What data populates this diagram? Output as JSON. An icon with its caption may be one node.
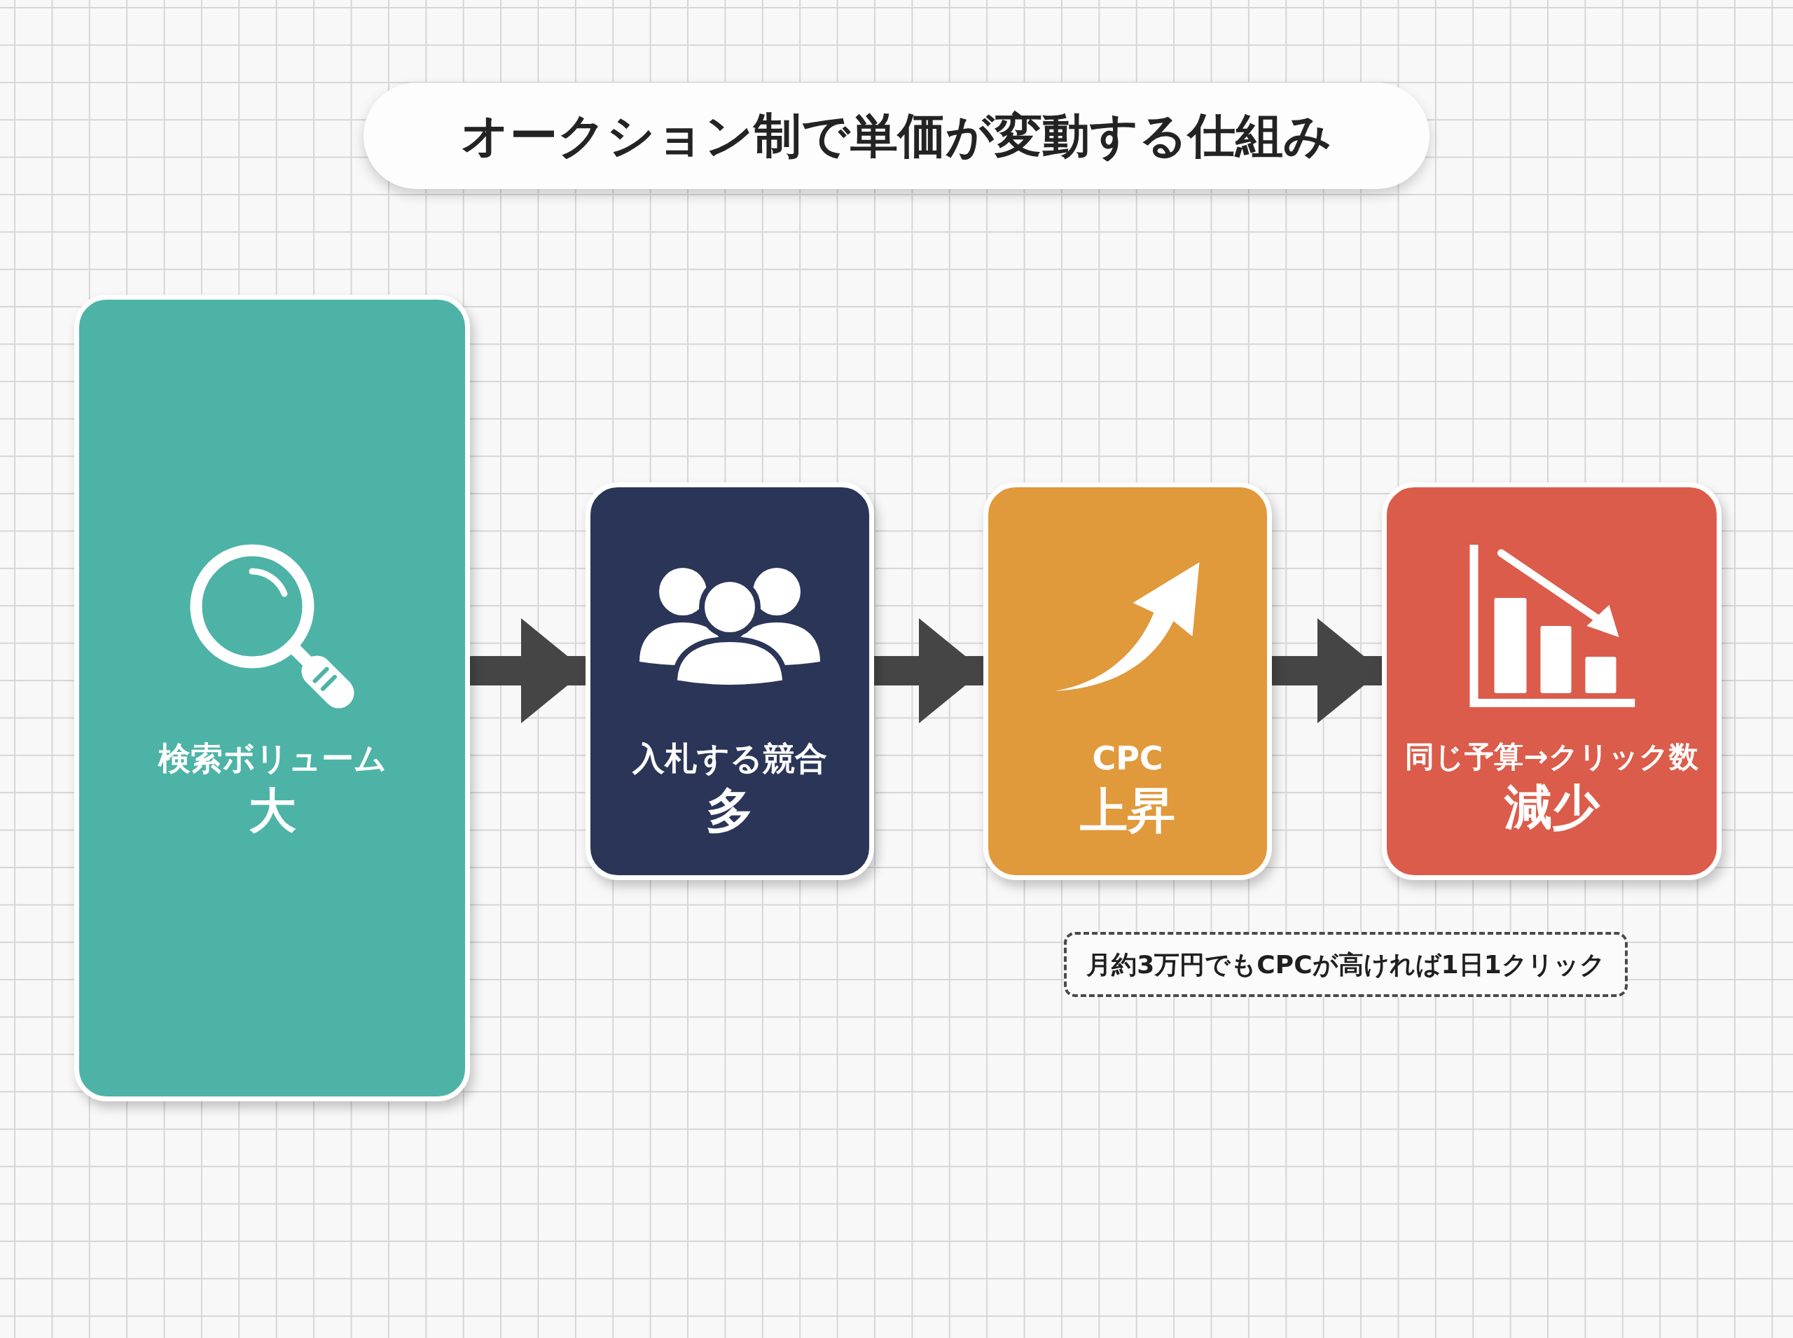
{
  "diagram": {
    "title": "オークション制で単価が変動する仕組み",
    "nodes": [
      {
        "text": [
          "検索ボリューム",
          "大"
        ]
      },
      {
        "text": [
          "入札する競合",
          "多"
        ]
      },
      {
        "text": [
          "CPC",
          "上昇"
        ]
      },
      {
        "text": [
          "同じ予算→クリック数",
          "減少"
        ]
      },
      {
        "text": [
          "月約3万円でもCPCが高ければ1日1クリック"
        ]
      }
    ],
    "edges": [
      {
        "from": 0,
        "to": 1,
        "arrow": "to"
      },
      {
        "from": 1,
        "to": 2,
        "arrow": "to"
      },
      {
        "from": 2,
        "to": 3,
        "arrow": "to"
      }
    ]
  }
}
